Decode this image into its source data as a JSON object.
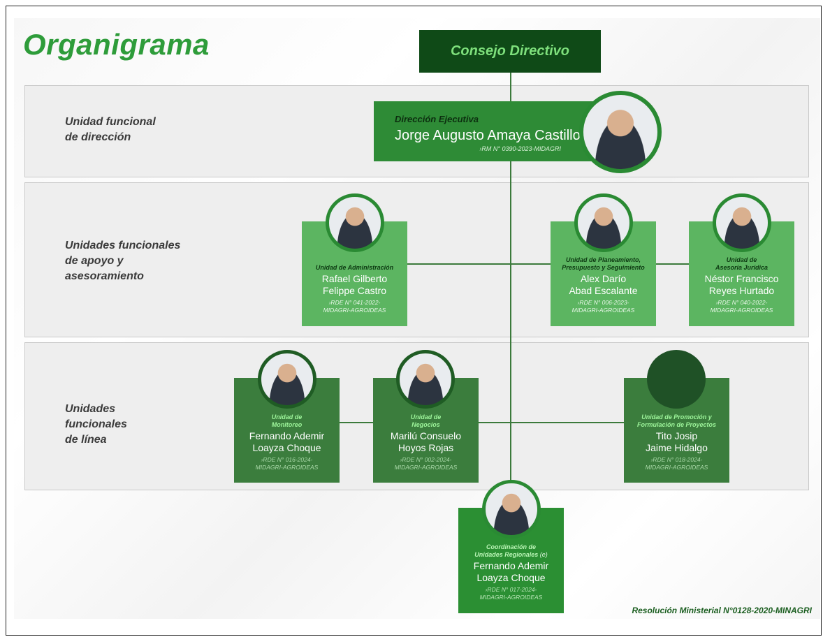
{
  "title": "Organigrama",
  "top_box": "Consejo Directivo",
  "bands": {
    "direccion": "Unidad funcional\nde dirección",
    "apoyo": "Unidades funcionales\nde apoyo y\nasesoramiento",
    "linea": "Unidades\nfuncionales\nde línea"
  },
  "direccion": {
    "role": "Dirección Ejecutiva",
    "name": "Jorge Augusto Amaya Castillo",
    "doc": "›RM N° 0390-2023-MIDAGRI"
  },
  "admin": {
    "role": "Unidad de Administración",
    "name1": "Rafael Gilberto",
    "name2": "Felippe Castro",
    "doc1": "›RDE N° 041-2022-",
    "doc2": "MIDAGRI-AGROIDEAS"
  },
  "planeamiento": {
    "role1": "Unidad de Planeamiento,",
    "role2": "Presupuesto y Seguimiento",
    "name1": "Alex Darío",
    "name2": "Abad Escalante",
    "doc1": "›RDE N° 006-2023-",
    "doc2": "MIDAGRI-AGROIDEAS"
  },
  "juridica": {
    "role1": "Unidad de",
    "role2": "Asesoría Jurídica",
    "name1": "Néstor Francisco",
    "name2": "Reyes Hurtado",
    "doc1": "›RDE N° 040-2022-",
    "doc2": "MIDAGRI-AGROIDEAS"
  },
  "monitoreo": {
    "role1": "Unidad de",
    "role2": "Monitoreo",
    "name1": "Fernando Ademir",
    "name2": "Loayza Choque",
    "doc1": "›RDE N° 016-2024-",
    "doc2": "MIDAGRI-AGROIDEAS"
  },
  "negocios": {
    "role1": "Unidad de",
    "role2": "Negocios",
    "name1": "Marilú Consuelo",
    "name2": "Hoyos Rojas",
    "doc1": "›RDE N° 002-2024-",
    "doc2": "MIDAGRI-AGROIDEAS"
  },
  "promocion": {
    "role1": "Unidad de Promoción y",
    "role2": "Formulación de Proyectos",
    "name1": "Tito Josip",
    "name2": "Jaime Hidalgo",
    "doc1": "›RDE N° 018-2024-",
    "doc2": "MIDAGRI-AGROIDEAS"
  },
  "coordinacion": {
    "role1": "Coordinación de",
    "role2": "Unidades Regionales",
    "role_suffix": "(e)",
    "name1": "Fernando Ademir",
    "name2": "Loayza Choque",
    "doc1": "›RDE N° 017-2024-",
    "doc2": "MIDAGRI-AGROIDEAS"
  },
  "footer": "Resolución Ministerial N°0128-2020-MINAGRI",
  "colors": {
    "title_green": "#2e9c3a",
    "top_box": "#0f4a17",
    "direccion_box": "#2e8b36",
    "support_card": "#5cb561",
    "line_card": "#3b7d3d"
  }
}
